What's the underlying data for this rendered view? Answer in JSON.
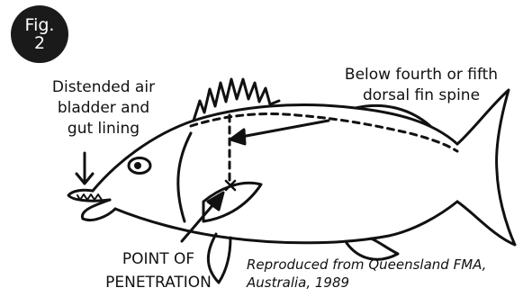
{
  "figure": {
    "badge_line1": "Fig.",
    "badge_line2": "2"
  },
  "labels": {
    "bladder_line1": "Distended air",
    "bladder_line2": "bladder and",
    "bladder_line3": "gut lining",
    "spine_line1": "Below fourth or fifth",
    "spine_line2": "dorsal fin spine",
    "point_line1": "POINT OF",
    "point_line2": "PENETRATION"
  },
  "credit": {
    "line1": "Reproduced from Queensland FMA,",
    "line2": "Australia, 1989"
  },
  "colors": {
    "ink": "#111111",
    "badge": "#1a1a1a"
  }
}
